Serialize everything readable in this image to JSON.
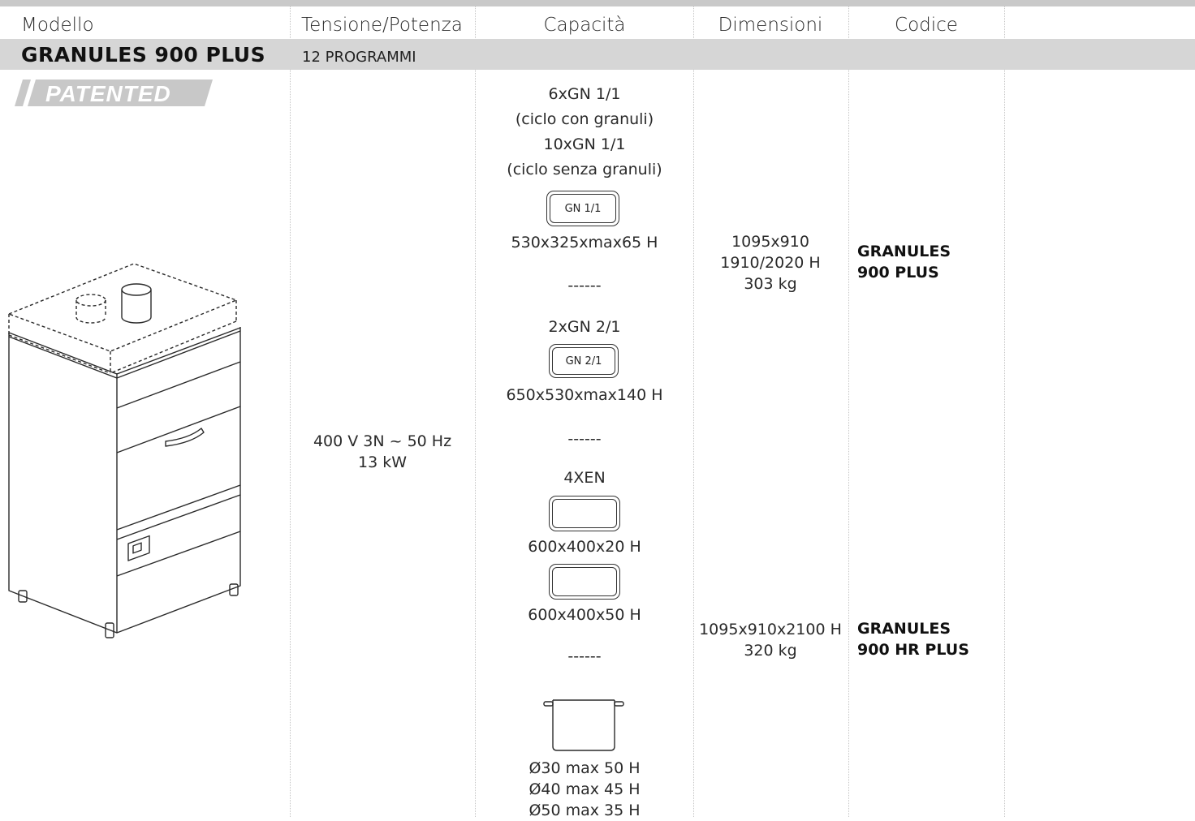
{
  "headers": {
    "model": "Modello",
    "voltage_power": "Tensione/Potenza",
    "capacity": "Capacità",
    "dimensions": "Dimensioni",
    "code": "Codice"
  },
  "model": {
    "name": "GRANULES 900 PLUS",
    "programs": "12 PROGRAMMI",
    "badge": "PATENTED"
  },
  "electrical": {
    "voltage": "400 V 3N ~ 50 Hz",
    "power": "13 kW"
  },
  "capacity": {
    "line1": "6xGN 1/1",
    "line2": "(ciclo con granuli)",
    "line3": "10xGN 1/1",
    "line4": "(ciclo senza granuli)",
    "gn11_label": "GN 1/1",
    "gn11_size": "530x325xmax65 H",
    "sep1": "------",
    "gn21_count": "2xGN 2/1",
    "gn21_label": "GN 2/1",
    "gn21_size": "650x530xmax140 H",
    "sep2": "------",
    "en_count": "4XEN",
    "en_size1": "600x400x20 H",
    "en_size2": "600x400x50 H",
    "sep3": "------",
    "pot_sizes": [
      "Ø30 max 50 H",
      "Ø40 max 45 H",
      "Ø50 max 35 H"
    ]
  },
  "dimensions": {
    "variant1": [
      "1095x910",
      "1910/2020 H",
      "303 kg"
    ],
    "variant2": [
      "1095x910x2100 H",
      "320 kg"
    ]
  },
  "codes": {
    "code1": [
      "GRANULES",
      "900 PLUS"
    ],
    "code2": [
      "GRANULES",
      "900 HR PLUS"
    ]
  },
  "colors": {
    "band": "#d6d6d6",
    "topbar": "#c9c9c9",
    "badge": "#c8c8c8"
  }
}
